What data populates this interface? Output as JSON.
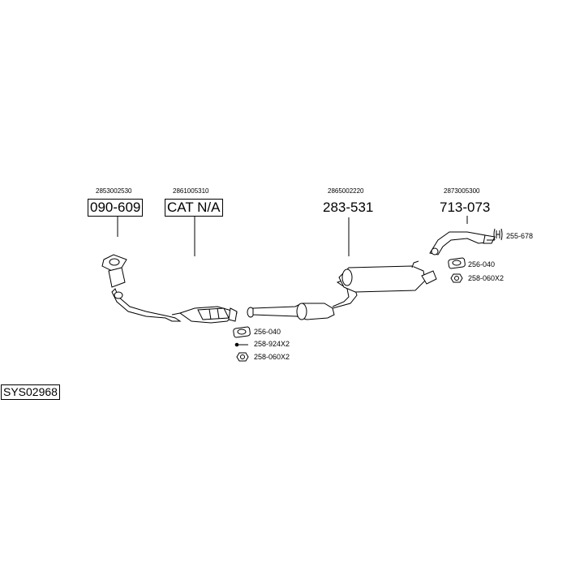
{
  "system_code": "SYS02968",
  "parts": [
    {
      "oe_ref": "2853002530",
      "part_no": "090-609"
    },
    {
      "oe_ref": "2861005310",
      "part_no": "CAT N/A"
    },
    {
      "oe_ref": "2865002220",
      "part_no": "283-531"
    },
    {
      "oe_ref": "2873005300",
      "part_no": "713-073"
    }
  ],
  "hardware_front": [
    {
      "icon": "gasket-icon",
      "label": "256-040"
    },
    {
      "icon": "bolt-icon",
      "label": "258-924X2"
    },
    {
      "icon": "nut-icon",
      "label": "258-060X2"
    }
  ],
  "hardware_rear": [
    {
      "icon": "hanger-icon",
      "label": "255-678"
    },
    {
      "icon": "gasket-icon",
      "label": "256-040"
    },
    {
      "icon": "nut-icon",
      "label": "258-060X2"
    }
  ]
}
